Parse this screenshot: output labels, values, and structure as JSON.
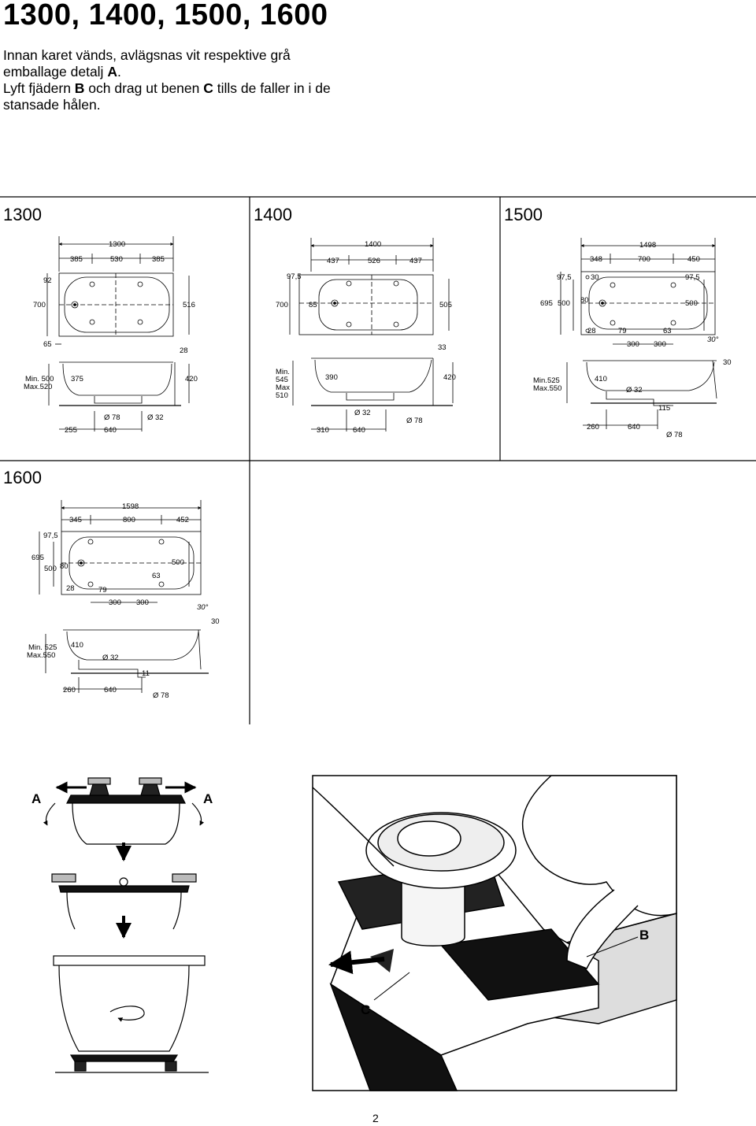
{
  "header": {
    "title": "1300, 1400, 1500, 1600",
    "intro_line1": "Innan karet vänds, avlägsnas vit respektive grå emballage detalj ",
    "intro_ref_a": "A",
    "intro_line1_end": ".",
    "intro_line2": "Lyft fjädern ",
    "intro_ref_b": "B",
    "intro_line2_mid": " och drag ut benen ",
    "intro_ref_c": "C",
    "intro_line2_end": " tills de faller in i de stansade hålen."
  },
  "sections": {
    "s1300": {
      "label": "1300",
      "top_total": "1300",
      "top_left": "385",
      "top_mid": "530",
      "top_right": "385",
      "left_offset": "92",
      "width": "700",
      "right_inner": "516",
      "bottom_left": "65",
      "side_top": "28",
      "min_max_1": "Min. 500",
      "min_max_2": "Max.520",
      "depth": "375",
      "height": "420",
      "dia_a": "Ø 78",
      "dia_b": "Ø 32",
      "bottom_a": "255",
      "bottom_b": "640"
    },
    "s1400": {
      "label": "1400",
      "top_total": "1400",
      "top_left": "437",
      "top_mid": "526",
      "top_right": "437",
      "left_offset": "97,5",
      "width": "700",
      "drain_off": "85",
      "right_inner": "505",
      "side_top": "33",
      "min_1": "Min.",
      "min_2": "545",
      "max_1": "Max",
      "max_2": "510",
      "depth": "390",
      "height": "420",
      "dia_a": "Ø 32",
      "dia_b": "Ø 78",
      "bottom_a": "310",
      "bottom_b": "640"
    },
    "s1500": {
      "label": "1500",
      "top_total": "1498",
      "top_left": "348",
      "top_mid": "700",
      "top_right": "450",
      "left_offset": "97,5",
      "hole_a": "30",
      "right_offset": "97,5",
      "width": "695",
      "inner_w": "500",
      "drain_off": "80",
      "right_inner": "500",
      "hole_b": "28",
      "leg_a": "79",
      "leg_b": "63",
      "leg_span_a": "300",
      "leg_span_b": "300",
      "angle": "30°",
      "angle_h": "30",
      "min_max_1": "Min.525",
      "min_max_2": "Max.550",
      "depth": "410",
      "dia_a": "Ø 32",
      "pipe": "115",
      "bottom_a": "260",
      "bottom_b": "640",
      "dia_b": "Ø 78"
    },
    "s1600": {
      "label": "1600",
      "top_total": "1598",
      "top_left": "345",
      "top_mid": "800",
      "top_right": "452",
      "left_offset": "97,5",
      "width": "695",
      "inner_w": "500",
      "drain_off": "80",
      "right_inner": "500",
      "leg_b": "63",
      "hole_b": "28",
      "leg_a": "79",
      "leg_span_a": "300",
      "leg_span_b": "300",
      "angle": "30°",
      "angle_h": "30",
      "min_max_1": "Min. 525",
      "min_max_2": "Max.550",
      "depth": "410",
      "dia_a": "Ø 32",
      "pipe": "11",
      "bottom_a": "260",
      "bottom_b": "640",
      "dia_b": "Ø 78"
    }
  },
  "figures": {
    "label_a_left": "A",
    "label_a_right": "A",
    "label_b": "B",
    "label_c": "C"
  },
  "page": {
    "number": "2"
  }
}
